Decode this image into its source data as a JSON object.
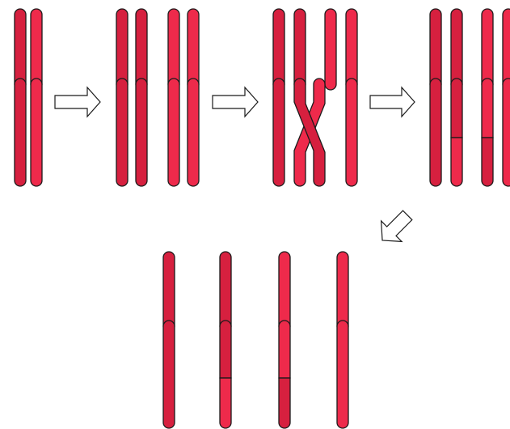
{
  "diagram": {
    "kind": "chromosomal crossing-over (meiotic recombination)",
    "colors": {
      "chromatid_dark": "#d6203f",
      "chromatid_light": "#ee2a4b",
      "outline": "#1b1b1b",
      "arrow_fill": "#ffffff"
    },
    "stages": [
      {
        "id": "homologous-pair",
        "chromatids": 2
      },
      {
        "id": "replicated-pair",
        "chromatids": 4
      },
      {
        "id": "crossing-over",
        "chromatids": 4
      },
      {
        "id": "recombinant-chromosomes",
        "chromatids": 4
      },
      {
        "id": "separated-gametes",
        "chromatids": 4
      }
    ],
    "arrows": [
      {
        "from": "homologous-pair",
        "to": "replicated-pair",
        "direction": "right"
      },
      {
        "from": "replicated-pair",
        "to": "crossing-over",
        "direction": "right"
      },
      {
        "from": "crossing-over",
        "to": "recombinant-chromosomes",
        "direction": "right"
      },
      {
        "from": "recombinant-chromosomes",
        "to": "separated-gametes",
        "direction": "down-left"
      }
    ]
  }
}
